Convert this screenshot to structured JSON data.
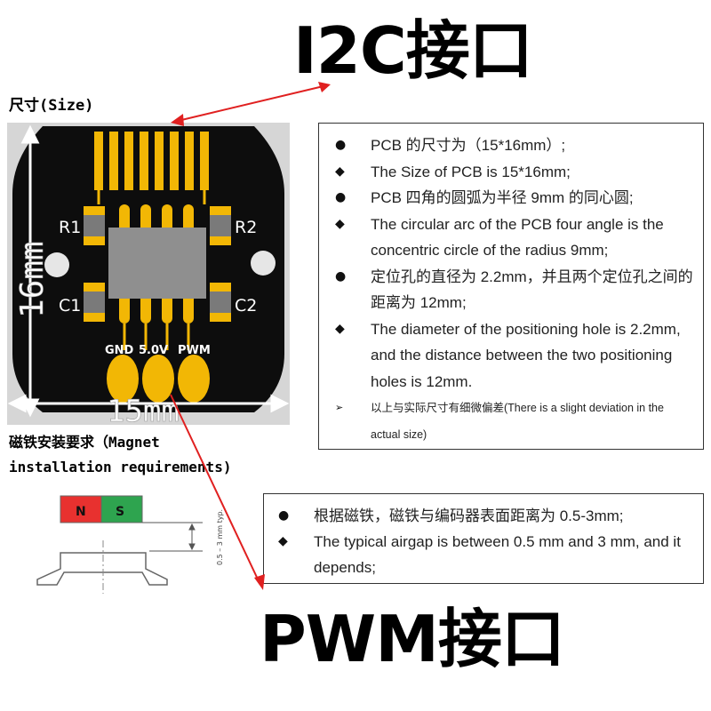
{
  "titles": {
    "i2c": "I2C接口",
    "pwm": "PWM接口"
  },
  "labels": {
    "size": "尺寸(Size)",
    "magnet_line1": "磁铁安装要求（Magnet",
    "magnet_line2": "installation requirements)"
  },
  "pcb": {
    "dim_height": "16mm",
    "dim_width": "15mm",
    "r1": "R1",
    "r2": "R2",
    "c1": "C1",
    "c2": "C2",
    "pin_gnd": "GND",
    "pin_5v": "5.0V",
    "pin_pwm": "PWM"
  },
  "spec": {
    "items": [
      {
        "bullet": "●",
        "text": "PCB 的尺寸为（15*16mm）;"
      },
      {
        "bullet": "◆",
        "text": "The Size of PCB is 15*16mm;"
      },
      {
        "bullet": "●",
        "text": "PCB 四角的圆弧为半径 9mm 的同心圆;"
      },
      {
        "bullet": "◆",
        "text": "The circular arc of the PCB four angle is the concentric circle of the radius 9mm;"
      },
      {
        "bullet": "●",
        "text": "定位孔的直径为 2.2mm，并且两个定位孔之间的距离为 12mm;"
      },
      {
        "bullet": "◆",
        "text": "The diameter of the positioning hole is 2.2mm, and the distance between the two positioning holes is 12mm."
      }
    ],
    "note": {
      "bullet": "➢",
      "text": "以上与实际尺寸有细微偏差(There is a slight deviation in the actual size)"
    }
  },
  "airgap": {
    "items": [
      {
        "bullet": "●",
        "text": "根据磁铁，磁铁与编码器表面距离为 0.5-3mm;"
      },
      {
        "bullet": "◆",
        "text": "The typical airgap is between 0.5 mm and 3 mm, and it depends;"
      }
    ]
  },
  "magnet": {
    "n": "N",
    "s": "S",
    "gap_label": "0.5 – 3 mm typ.",
    "n_color": "#e8312f",
    "s_color": "#2ea44f"
  },
  "colors": {
    "arrow": "#e02020",
    "pcb_black": "#0d0d0d",
    "pad_gold": "#f2b705",
    "chip": "#8f8f8f",
    "background_gray": "#d6d6d6"
  }
}
